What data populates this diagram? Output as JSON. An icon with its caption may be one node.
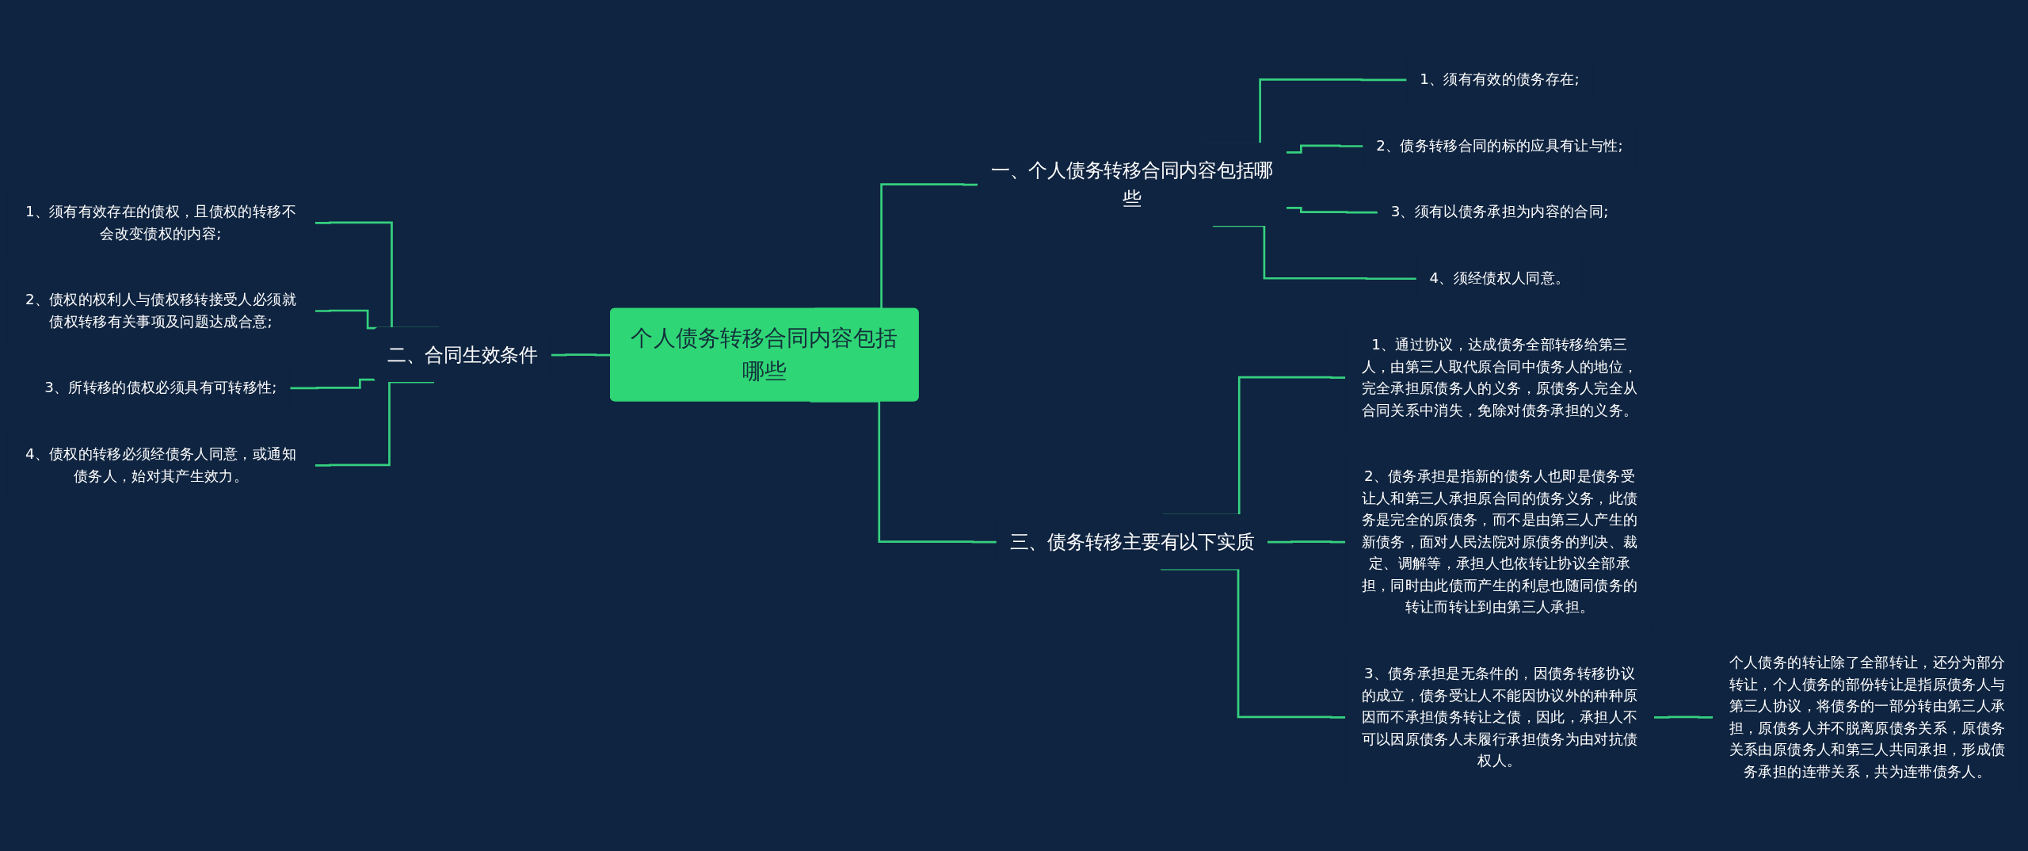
{
  "diagram": {
    "nodes": [
      {
        "text": [
          "个人债务转移合同内容包括哪些"
        ]
      },
      {
        "text": [
          "一、个人债务转移合同内容包括哪些"
        ]
      },
      {
        "text": [
          "1、须有有效的债务存在;"
        ]
      },
      {
        "text": [
          "2、债务转移合同的标的应具有让与性;"
        ]
      },
      {
        "text": [
          "3、须有以债务承担为内容的合同;"
        ]
      },
      {
        "text": [
          "4、须经债权人同意。"
        ]
      },
      {
        "text": [
          "二、合同生效条件"
        ]
      },
      {
        "text": [
          "1、须有有效存在的债权，且债权的转移不会改变债权的内容;"
        ]
      },
      {
        "text": [
          "2、债权的权利人与债权移转接受人必须就债权转移有关事项及问题达成合意;"
        ]
      },
      {
        "text": [
          "3、所转移的债权必须具有可转移性;"
        ]
      },
      {
        "text": [
          "4、债权的转移必须经债务人同意，或通知债务人，始对其产生效力。"
        ]
      },
      {
        "text": [
          "三、债务转移主要有以下实质"
        ]
      },
      {
        "text": [
          "1、通过协议，达成债务全部转移给第三人，由第三人取代原合同中债务人的地位，完全承担原债务人的义务，原债务人完全从合同关系中消失，免除对债务承担的义务。"
        ]
      },
      {
        "text": [
          "2、债务承担是指新的债务人也即是债务受让人和第三人承担原合同的债务义务，此债务是完全的原债务，而不是由第三人产生的新债务，面对人民法院对原债务的判决、裁定、调解等，承担人也依转让协议全部承担，同时由此债而产生的利息也随同债务的转让而转让到由第三人承担。"
        ]
      },
      {
        "text": [
          "3、债务承担是无条件的，因债务转移协议的成立，债务受让人不能因协议外的种种原因而不承担债务转让之债，因此，承担人不可以因原债务人未履行承担债务为由对抗债权人。"
        ]
      },
      {
        "text": [
          "个人债务的转让除了全部转让，还分为部分转让，个人债务的部份转让是指原债务人与第三人协议，将债务的一部分转由第三人承担，原债务人并不脱离原债务关系，原债务关系由原债务人和第三人共同承担，形成债务承担的连带关系，共为连带债务人。"
        ]
      }
    ],
    "edges": [
      {
        "from": 0,
        "to": 1,
        "arrow": "none"
      },
      {
        "from": 1,
        "to": 2,
        "arrow": "none"
      },
      {
        "from": 1,
        "to": 3,
        "arrow": "none"
      },
      {
        "from": 1,
        "to": 4,
        "arrow": "none"
      },
      {
        "from": 1,
        "to": 5,
        "arrow": "none"
      },
      {
        "from": 0,
        "to": 6,
        "arrow": "none"
      },
      {
        "from": 6,
        "to": 7,
        "arrow": "none"
      },
      {
        "from": 6,
        "to": 8,
        "arrow": "none"
      },
      {
        "from": 6,
        "to": 9,
        "arrow": "none"
      },
      {
        "from": 6,
        "to": 10,
        "arrow": "none"
      },
      {
        "from": 0,
        "to": 11,
        "arrow": "none"
      },
      {
        "from": 11,
        "to": 12,
        "arrow": "none"
      },
      {
        "from": 11,
        "to": 13,
        "arrow": "none"
      },
      {
        "from": 11,
        "to": 14,
        "arrow": "none"
      },
      {
        "from": 14,
        "to": 15,
        "arrow": "none"
      }
    ]
  }
}
